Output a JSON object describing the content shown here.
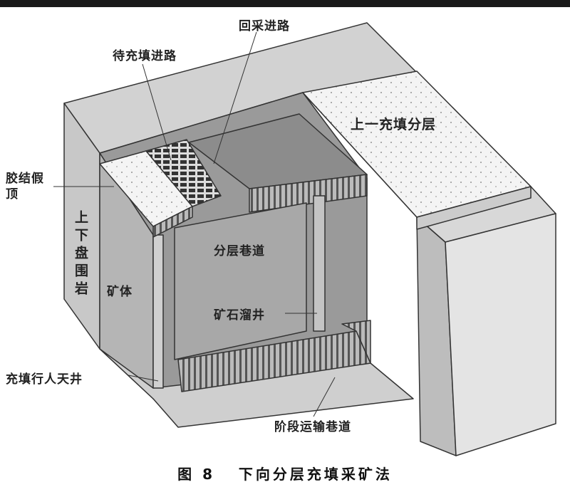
{
  "figure": {
    "caption_number": "图 8",
    "caption_title": "下向分层充填采矿法",
    "labels": {
      "mining_drift": "回采进路",
      "drift_to_fill": "待充填进路",
      "upper_fill_layer": "上一充填分层",
      "cemented_false_roof": "胶结假顶",
      "wall_rock": "上下盘围岩",
      "ore_body": "矿体",
      "layer_drift": "分层巷道",
      "ore_pass": "矿石溜井",
      "fill_raise": "充填行人天井",
      "haulage_drift": "阶段运输巷道"
    }
  }
}
